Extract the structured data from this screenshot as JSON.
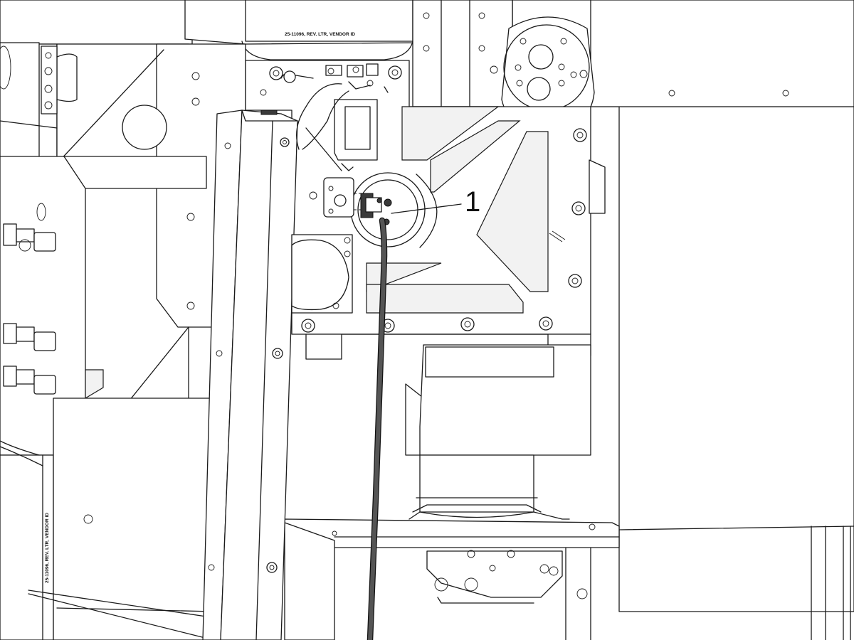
{
  "diagram": {
    "callouts": [
      {
        "number": "1"
      }
    ],
    "part_labels": {
      "top_label": "25-11096, REV. LTR, VENDOR ID",
      "side_label": "25-11096, REV. LTR, VENDOR ID"
    },
    "colors": {
      "line": "#1a1a1a",
      "cable": "#555555",
      "background": "#ffffff"
    }
  }
}
